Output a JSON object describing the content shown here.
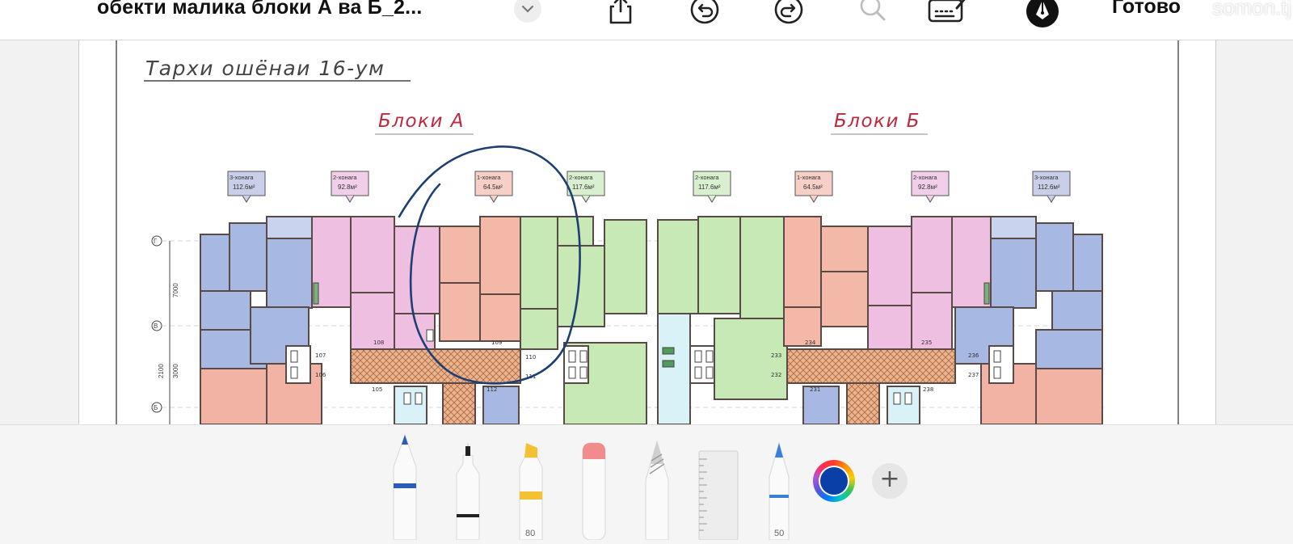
{
  "toolbar": {
    "title": "обекти малика блоки А ва Б_2...",
    "done_label": "Готово",
    "watermark": "somon.tj",
    "icons": [
      "chevron-down-icon",
      "share-icon",
      "undo-icon",
      "redo-icon",
      "search-icon",
      "markup-icon",
      "pen-tip-icon"
    ]
  },
  "document": {
    "plan_title": "Тархи ошёнаи 16-ум",
    "block_a_title": "Блоки А",
    "block_b_title": "Блоки Б",
    "title_color": "#c0283d",
    "apartment_tags": [
      {
        "rooms": "3-хонага",
        "area": "112.6м²"
      },
      {
        "rooms": "2-хонага",
        "area": "92.8м²"
      },
      {
        "rooms": "1-хонага",
        "area": "64.5м²"
      },
      {
        "rooms": "2-хонага",
        "area": "117.6м²"
      },
      {
        "rooms": "2-хонага",
        "area": "117.6м²"
      },
      {
        "rooms": "1-хонага",
        "area": "64.5м²"
      },
      {
        "rooms": "2-хонага",
        "area": "92.8м²"
      },
      {
        "rooms": "3-хонага",
        "area": "112.6м²"
      }
    ],
    "axis_labels": [
      "Г",
      "В",
      "Б"
    ],
    "dimension_labels": [
      "7000",
      "2100",
      "3000"
    ],
    "room_numbers": [
      "105",
      "106",
      "107",
      "108",
      "109",
      "110",
      "111",
      "112",
      "231",
      "232",
      "233",
      "234",
      "235",
      "236",
      "237",
      "238"
    ]
  },
  "palette": {
    "tools": [
      {
        "name": "pen",
        "icon": "pen-tool-icon",
        "value": null
      },
      {
        "name": "fineliner",
        "icon": "fineliner-tool-icon",
        "value": null
      },
      {
        "name": "marker",
        "icon": "marker-tool-icon",
        "value": "80"
      },
      {
        "name": "eraser",
        "icon": "eraser-tool-icon",
        "value": null
      },
      {
        "name": "pencil",
        "icon": "pencil-tool-icon",
        "value": null
      },
      {
        "name": "ruler",
        "icon": "ruler-tool-icon",
        "value": null
      },
      {
        "name": "crayon",
        "icon": "crayon-tool-icon",
        "value": "50"
      }
    ],
    "selected_color": "#0b3fa8"
  }
}
